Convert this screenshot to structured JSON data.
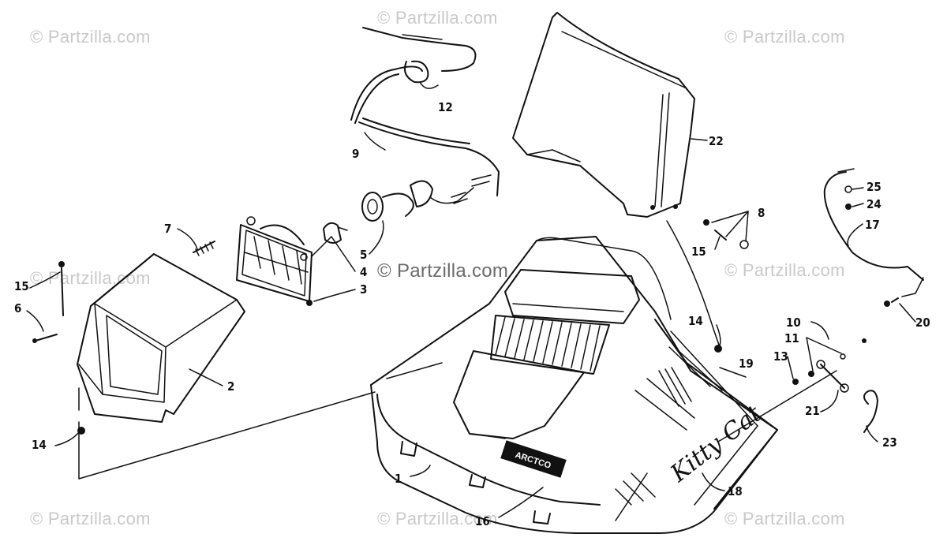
{
  "watermark": {
    "text": "© Partzilla.com",
    "center_text": "© Partzilla.com"
  },
  "callouts": [
    {
      "id": "c1",
      "label": "1"
    },
    {
      "id": "c2",
      "label": "2"
    },
    {
      "id": "c3",
      "label": "3"
    },
    {
      "id": "c4",
      "label": "4"
    },
    {
      "id": "c5",
      "label": "5"
    },
    {
      "id": "c6",
      "label": "6"
    },
    {
      "id": "c7",
      "label": "7"
    },
    {
      "id": "c8",
      "label": "8"
    },
    {
      "id": "c9",
      "label": "9"
    },
    {
      "id": "c10",
      "label": "10"
    },
    {
      "id": "c11",
      "label": "11"
    },
    {
      "id": "c12",
      "label": "12"
    },
    {
      "id": "c13",
      "label": "13"
    },
    {
      "id": "c14a",
      "label": "14"
    },
    {
      "id": "c14b",
      "label": "14"
    },
    {
      "id": "c15a",
      "label": "15"
    },
    {
      "id": "c15b",
      "label": "15"
    },
    {
      "id": "c16",
      "label": "16"
    },
    {
      "id": "c17",
      "label": "17"
    },
    {
      "id": "c18",
      "label": "18"
    },
    {
      "id": "c19",
      "label": "19"
    },
    {
      "id": "c20",
      "label": "20"
    },
    {
      "id": "c21",
      "label": "21"
    },
    {
      "id": "c22",
      "label": "22"
    },
    {
      "id": "c23",
      "label": "23"
    },
    {
      "id": "c24",
      "label": "24"
    },
    {
      "id": "c25",
      "label": "25"
    }
  ],
  "decals": {
    "brand": "ARCTCO",
    "script": "Kitty Cat"
  }
}
